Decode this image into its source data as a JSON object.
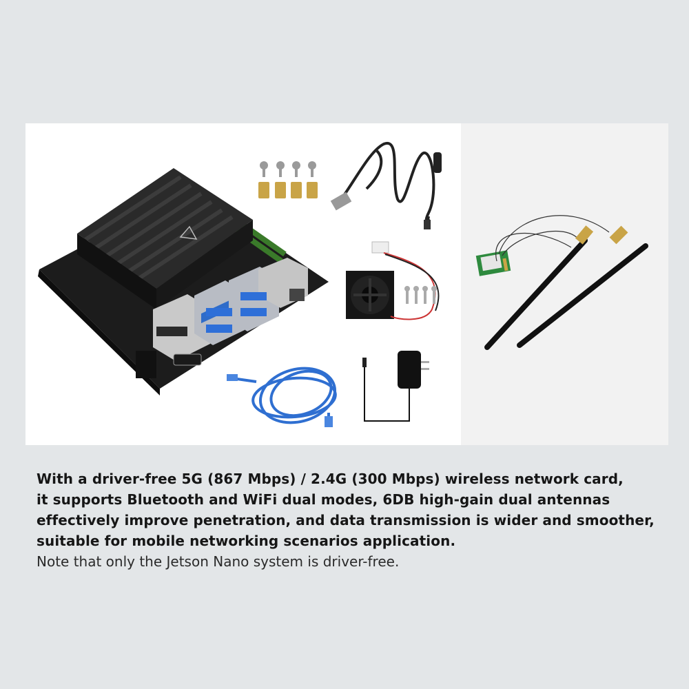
{
  "product_image": {
    "items": [
      "jetson-nano-board",
      "mounting-screws",
      "copper-standoffs",
      "usb-micro-usb-cable",
      "cooling-fan",
      "fan-screws",
      "ethernet-cable",
      "power-adapter"
    ]
  },
  "antenna_image": {
    "items": [
      "wireless-network-card",
      "antenna-left",
      "antenna-right"
    ]
  },
  "caption": {
    "lines": [
      "With a driver-free 5G (867 Mbps) / 2.4G (300 Mbps) wireless network card,",
      "it supports Bluetooth and WiFi dual modes, 6DB high-gain dual antennas",
      "effectively improve penetration, and data transmission is wider and smoother,",
      "suitable for mobile networking scenarios application."
    ],
    "note": "Note that only the Jetson Nano system is driver-free."
  }
}
